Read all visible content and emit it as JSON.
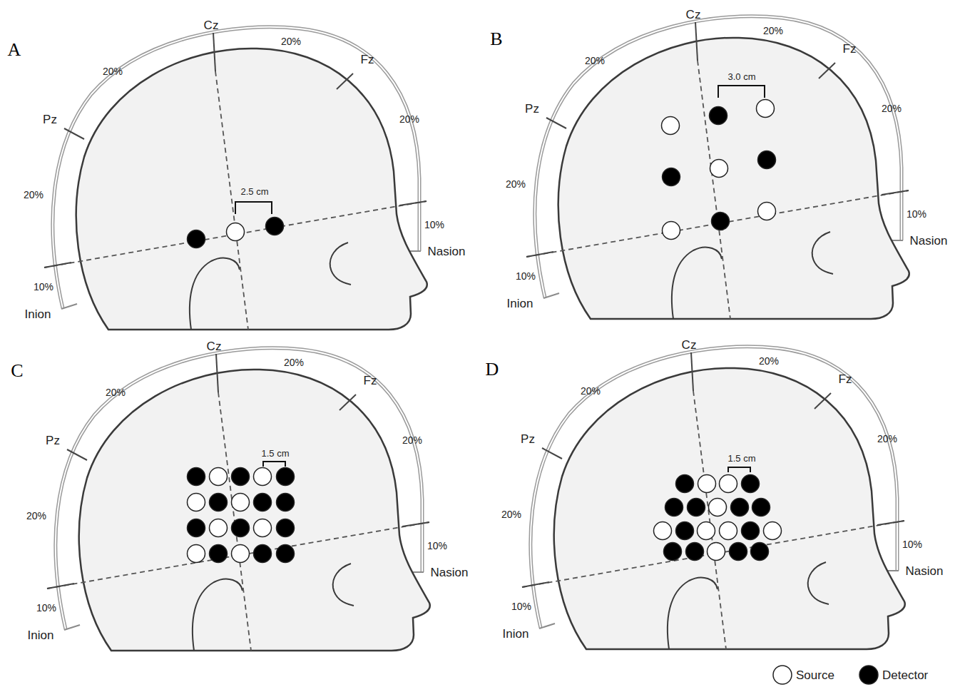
{
  "diagram": {
    "labels": [
      "A",
      "Cz",
      "20%",
      "20%",
      "Fz",
      "Pz",
      "20%",
      "20%",
      "10%",
      "Nasion",
      "10%",
      "Inion",
      "2.5 cm",
      "B",
      "Cz",
      "20%",
      "20%",
      "Fz",
      "Pz",
      "20%",
      "20%",
      "10%",
      "Nasion",
      "10%",
      "Inion",
      "3.0 cm",
      "C",
      "Cz",
      "20%",
      "20%",
      "Fz",
      "Pz",
      "20%",
      "20%",
      "10%",
      "Nasion",
      "10%",
      "Inion",
      "1.5 cm",
      "D",
      "Cz",
      "20%",
      "20%",
      "Fz",
      "Pz",
      "20%",
      "20%",
      "10%",
      "Nasion",
      "10%",
      "Inion",
      "1.5 cm"
    ],
    "legend": [
      {
        "text": "Source"
      },
      {
        "text": "Detector"
      }
    ]
  }
}
